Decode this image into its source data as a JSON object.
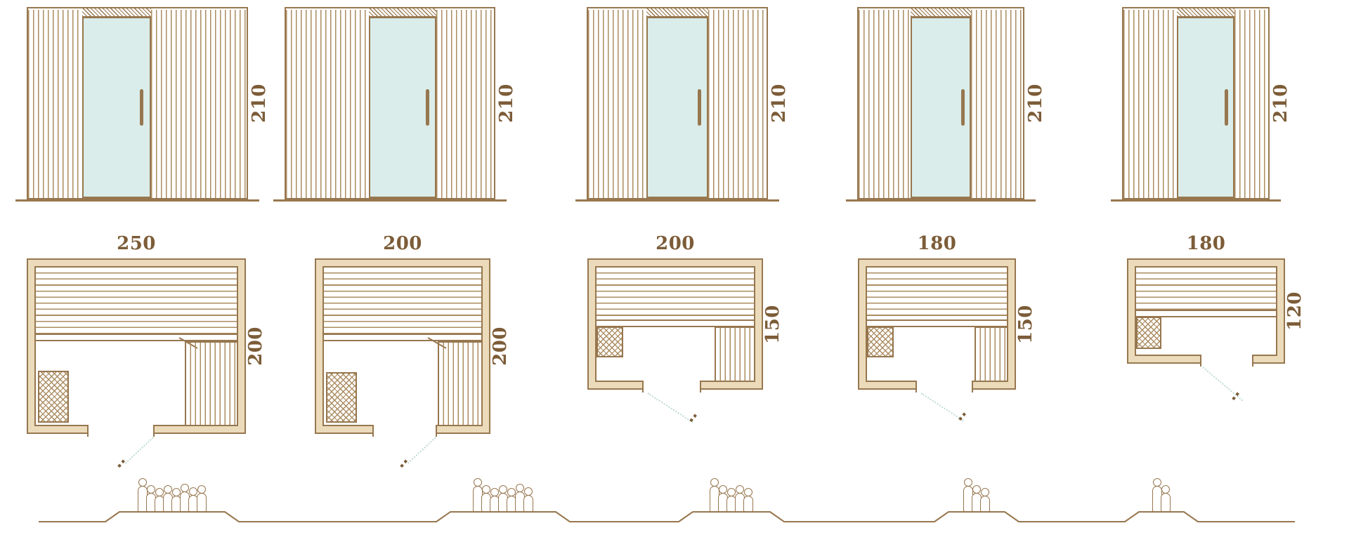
{
  "palette": {
    "line_brown": "#97774f",
    "label_brown": "#7c5c38",
    "glass_teal": "#daedea",
    "wall_fill": "#ebdbbb",
    "door_swing_teal": "#bfdbd5"
  },
  "models": [
    {
      "elevation_height": "210",
      "plan_width": "250",
      "plan_depth": "200",
      "capacity": 8
    },
    {
      "elevation_height": "210",
      "plan_width": "200",
      "plan_depth": "200",
      "capacity": 7
    },
    {
      "elevation_height": "210",
      "plan_width": "200",
      "plan_depth": "150",
      "capacity": 5
    },
    {
      "elevation_height": "210",
      "plan_width": "180",
      "plan_depth": "150",
      "capacity": 3
    },
    {
      "elevation_height": "210",
      "plan_width": "180",
      "plan_depth": "120",
      "capacity": 2
    }
  ]
}
